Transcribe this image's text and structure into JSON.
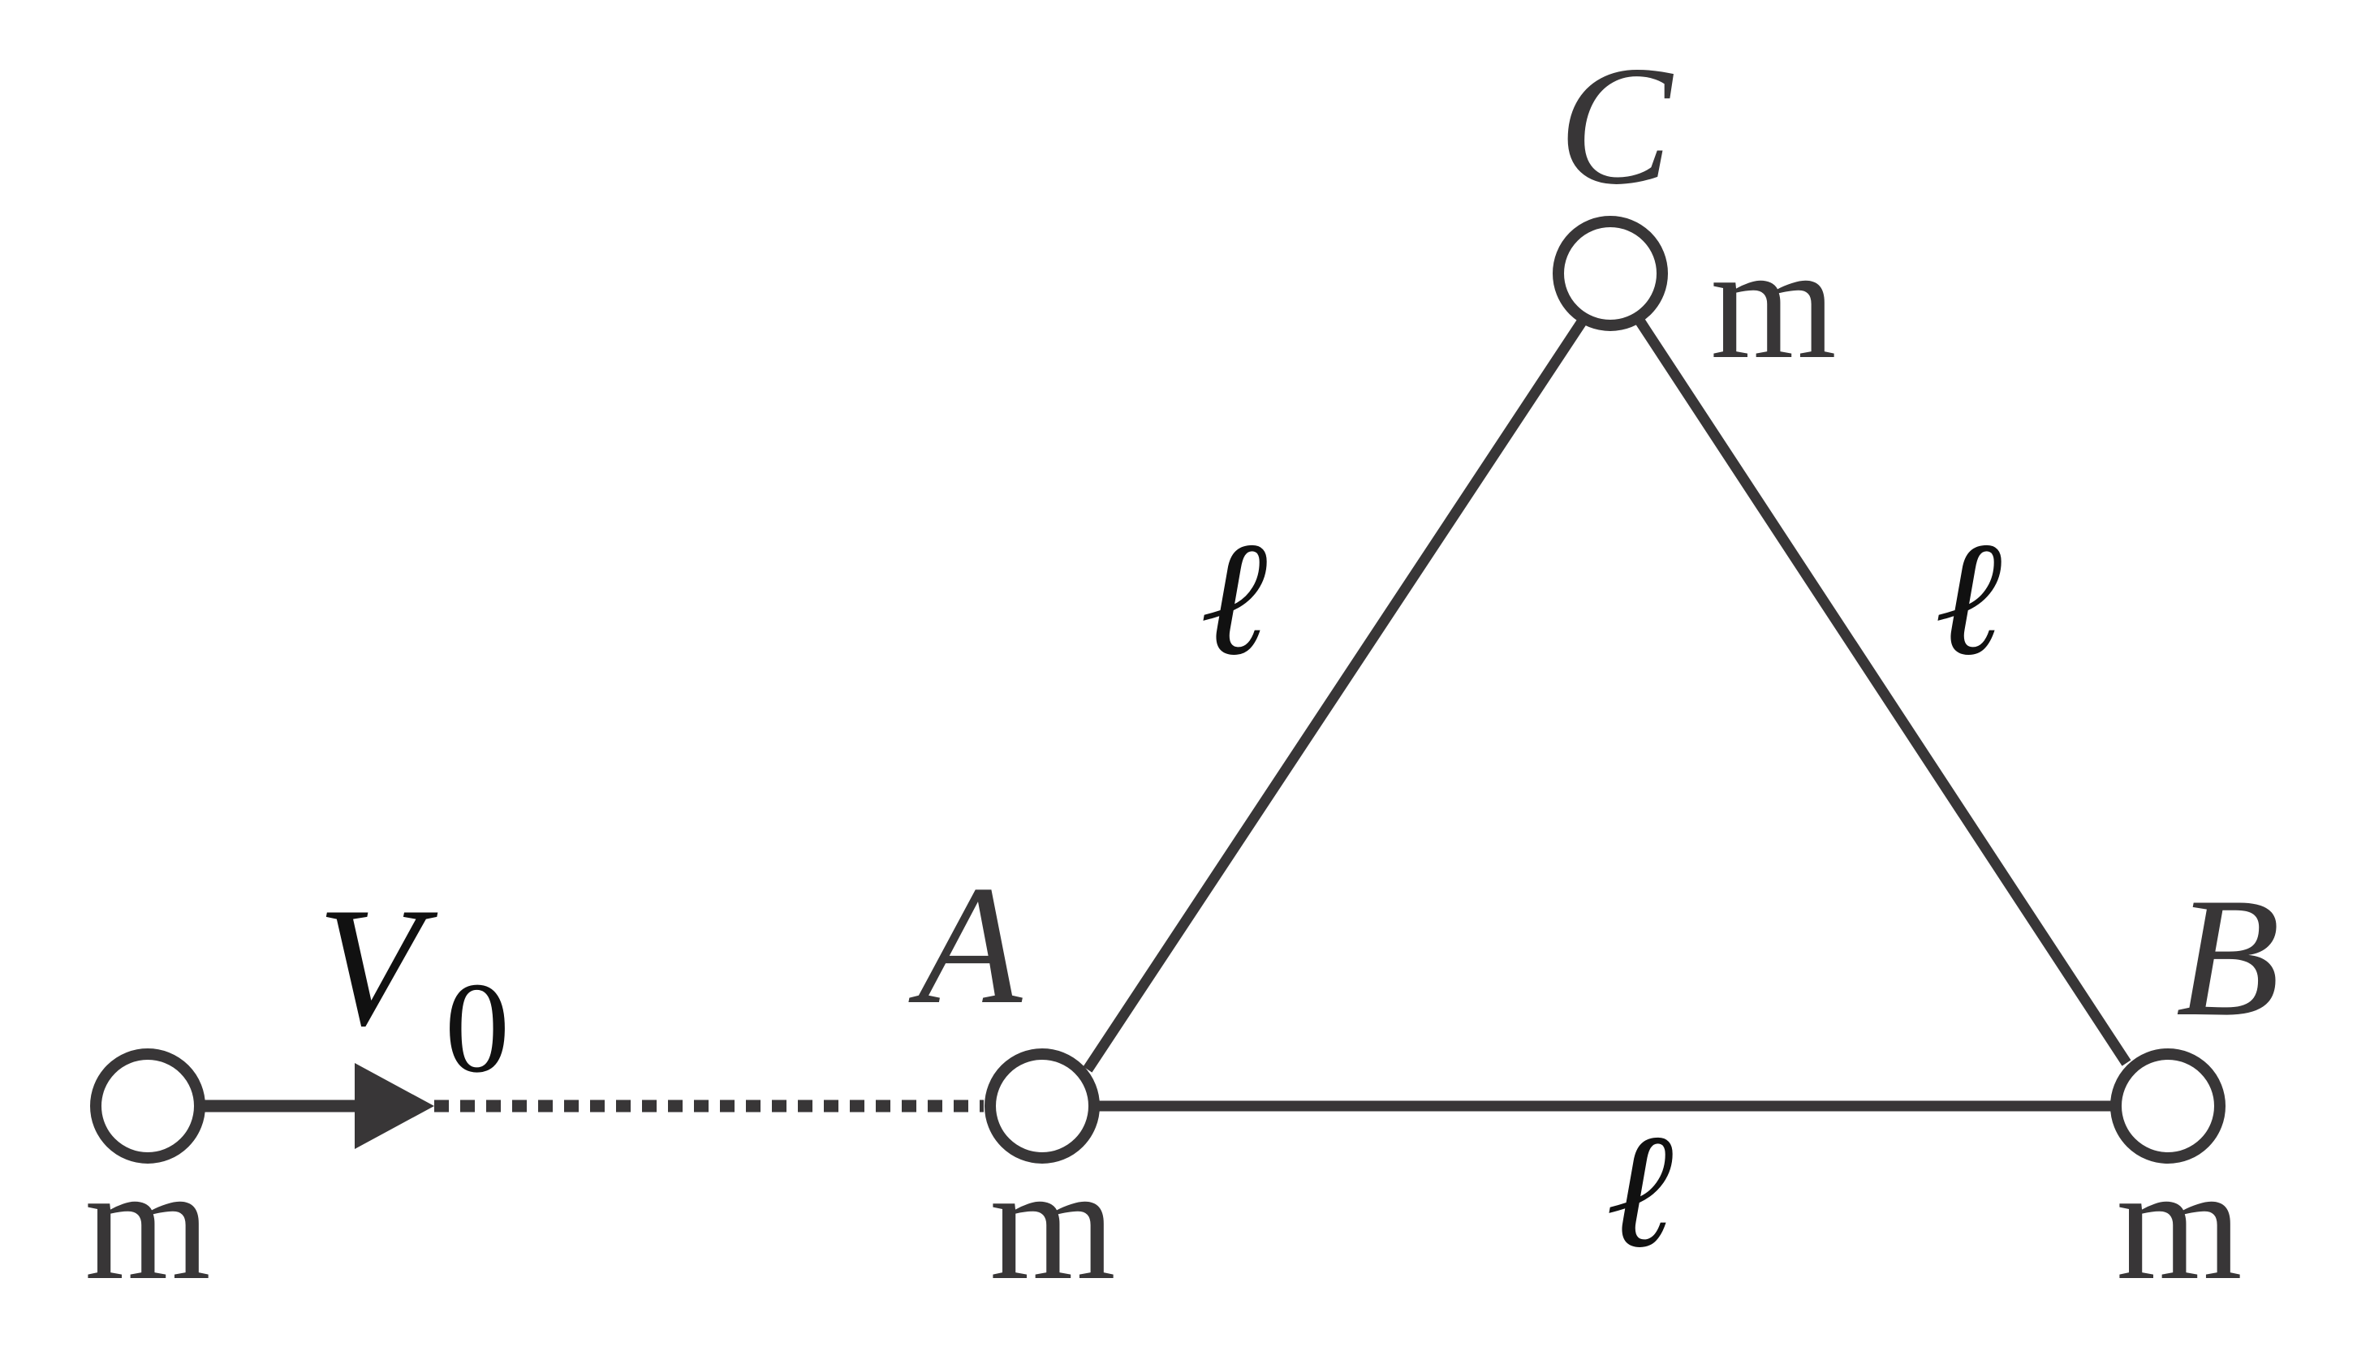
{
  "diagram": {
    "colors": {
      "stroke": "#383637",
      "label": "#383637",
      "ell": "#111111",
      "background": "#ffffff"
    },
    "masses": [
      {
        "id": "incoming",
        "label": "m",
        "vertex": ""
      },
      {
        "id": "A",
        "label": "m",
        "vertex": "A"
      },
      {
        "id": "B",
        "label": "m",
        "vertex": "B"
      },
      {
        "id": "C",
        "label": "m",
        "vertex": "C"
      }
    ],
    "velocity": {
      "symbol": "V",
      "subscript": "0"
    },
    "sides": {
      "AC": "ℓ",
      "CB": "ℓ",
      "AB": "ℓ"
    }
  }
}
